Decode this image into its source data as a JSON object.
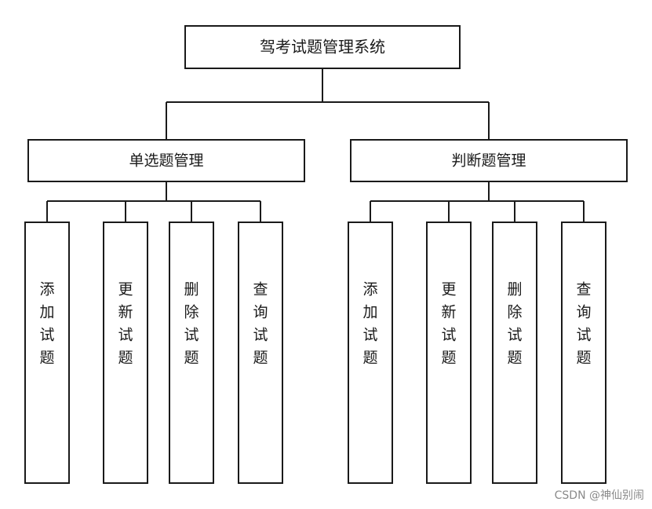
{
  "diagram": {
    "root": {
      "label": "驾考试题管理系统"
    },
    "branches": [
      {
        "label": "单选题管理",
        "children": [
          "添加试题",
          "更新试题",
          "删除试题",
          "查询试题"
        ]
      },
      {
        "label": "判断题管理",
        "children": [
          "添加试题",
          "更新试题",
          "删除试题",
          "查询试题"
        ]
      }
    ]
  },
  "watermark": "CSDN @神仙别闹"
}
